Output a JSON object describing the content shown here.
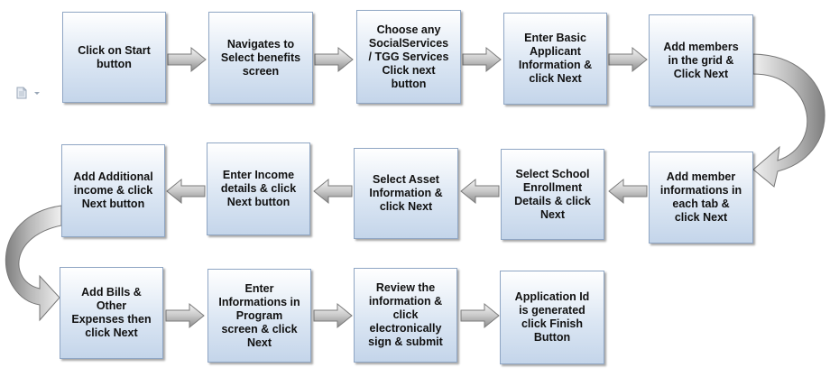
{
  "steps": [
    {
      "label": "Click on Start\nbutton"
    },
    {
      "label": "Navigates to\nSelect benefits\nscreen"
    },
    {
      "label": "Choose any\nSocialServices\n/ TGG Services\nClick next\nbutton"
    },
    {
      "label": "Enter Basic\nApplicant\nInformation &\nclick Next"
    },
    {
      "label": "Add members\nin the grid &\nClick Next"
    },
    {
      "label": "Add member\ninformations in\neach tab &\nclick Next"
    },
    {
      "label": "Select School\nEnrollment\nDetails & click\nNext"
    },
    {
      "label": "Select Asset\nInformation &\nclick Next"
    },
    {
      "label": "Enter Income\ndetails & click\nNext button"
    },
    {
      "label": "Add Additional\nincome & click\nNext button"
    },
    {
      "label": "Add Bills &\nOther\nExpenses then\nclick Next"
    },
    {
      "label": "Enter\nInformations in\nProgram\nscreen & click\nNext"
    },
    {
      "label": "Review the\ninformation &\nclick\nelectronically\nsign & submit"
    },
    {
      "label": "Application Id\nis generated\nclick Finish\nButton"
    }
  ],
  "colors": {
    "box_border": "#8fa6c4",
    "box_fill_top": "#ffffff",
    "box_fill_bottom": "#c4d5ea",
    "arrow_light": "#f2f2f2",
    "arrow_dark": "#8c8c8c"
  },
  "icons": {
    "page_icon": "document-icon"
  }
}
